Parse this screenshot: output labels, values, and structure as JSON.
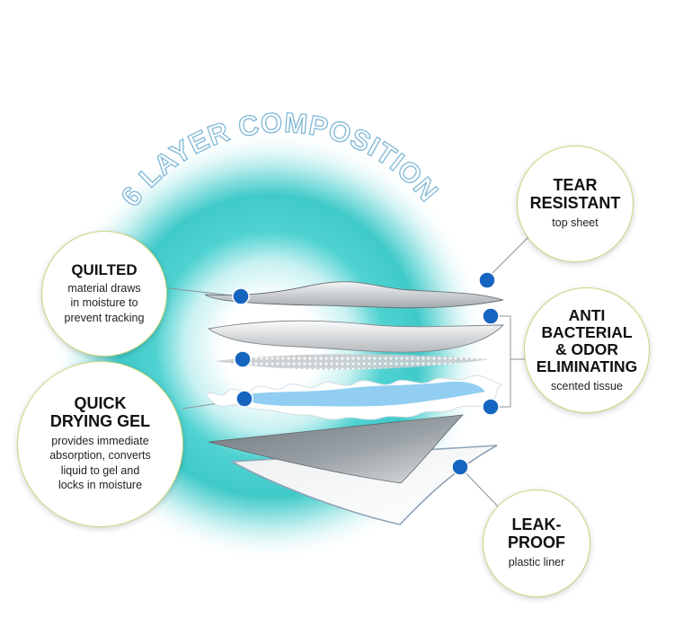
{
  "title": "6 LAYER COMPOSITION",
  "callouts": {
    "quilted": {
      "heading": "QUILTED",
      "text": "material draws\nin moisture to\nprevent tracking"
    },
    "gel": {
      "heading": "QUICK\nDRYING GEL",
      "text": "provides immediate\nabsorption, converts\nliquid to gel and\nlocks in moisture"
    },
    "tear": {
      "heading": "TEAR\nRESISTANT",
      "text": "top sheet"
    },
    "anti": {
      "heading": "ANTI\nBACTERIAL\n& ODOR\nELIMINATING",
      "text": "scented tissue"
    },
    "leak": {
      "heading": "LEAK-\nPROOF",
      "text": "plastic liner"
    }
  },
  "colors": {
    "glow": "#3fd0cf",
    "marker": "#1565c0",
    "callout_border": "#c8d77e",
    "title_stroke": "#7fb8d6",
    "gel_blue": "#7ec6ee",
    "layer_gray": "#8f979c"
  }
}
